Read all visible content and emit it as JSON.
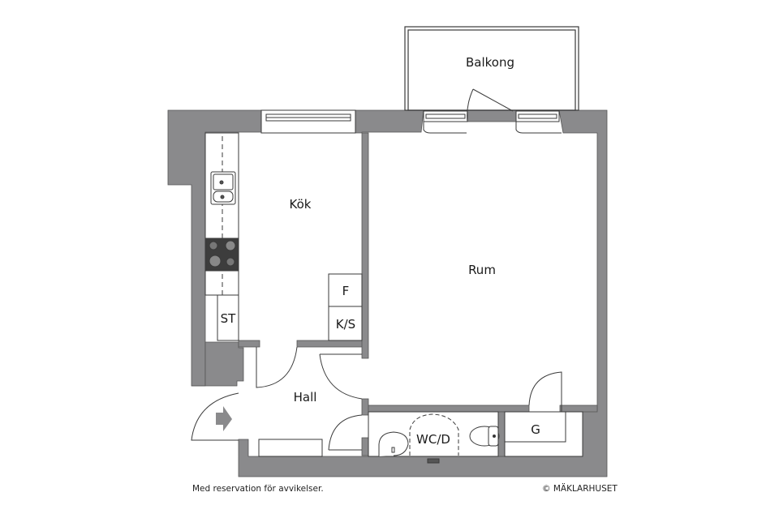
{
  "plan": {
    "rooms": {
      "balcony": "Balkong",
      "kitchen": "Kök",
      "living_room": "Rum",
      "hall": "Hall",
      "bathroom": "WC/D",
      "closet": "G"
    },
    "fixtures": {
      "storage": "ST",
      "fridge": "F",
      "fridge_freezer": "K/S"
    },
    "colors": {
      "wall": "#8a8a8c",
      "line": "#3a3a3a",
      "background": "#ffffff"
    }
  },
  "footer": {
    "disclaimer": "Med reservation för avvikelser.",
    "copyright": "© MÄKLARHUSET"
  }
}
